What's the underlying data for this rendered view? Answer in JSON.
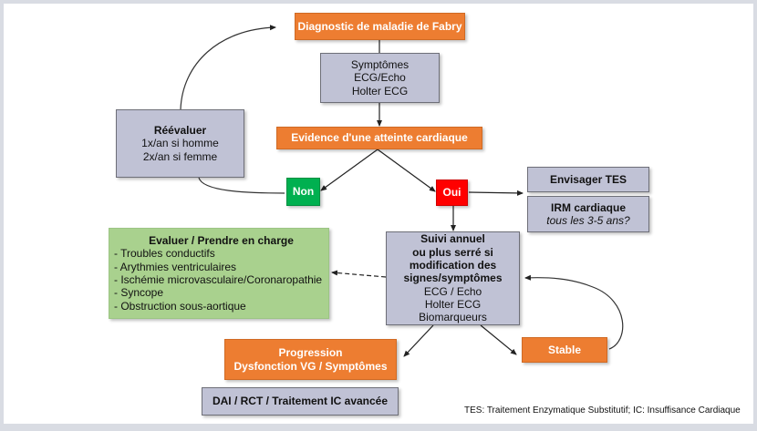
{
  "diagram": {
    "nodes": {
      "diagnostic": {
        "lines": [
          "Diagnostic de maladie de Fabry"
        ],
        "color": "#ed7d31"
      },
      "screening": {
        "lines": [
          "Symptômes",
          "ECG/Echo",
          "Holter ECG"
        ],
        "color": "#c0c2d5"
      },
      "evidence": {
        "lines": [
          "Evidence d'une atteinte cardiaque"
        ],
        "color": "#ed7d31"
      },
      "reevaluate": {
        "title": "Réévaluer",
        "lines": [
          "1x/an si homme",
          "2x/an si femme"
        ],
        "color": "#c0c2d5"
      },
      "non": {
        "label": "Non",
        "color": "#00b050"
      },
      "oui": {
        "label": "Oui",
        "color": "#ff0000"
      },
      "tes": {
        "label": "Envisager TES",
        "color": "#c0c2d5"
      },
      "irm": {
        "title": "IRM cardiaque",
        "subtitle": "tous les 3-5 ans?",
        "color": "#c0c2d5"
      },
      "evaluate": {
        "title": "Evaluer / Prendre en charge",
        "items": [
          "- Troubles conductifs",
          "- Arythmies ventriculaires",
          "- Ischémie microvasculaire/Coronaropathie",
          "- Syncope",
          "- Obstruction sous-aortique"
        ],
        "color": "#a9d18e"
      },
      "followup": {
        "bold_lines": [
          "Suivi annuel",
          "ou plus serré si",
          "modification des",
          "signes/symptômes"
        ],
        "lines": [
          "ECG / Echo",
          "Holter ECG",
          "Biomarqueurs"
        ],
        "color": "#c0c2d5"
      },
      "progression": {
        "lines": [
          "Progression",
          "Dysfonction VG / Symptômes"
        ],
        "color": "#ed7d31"
      },
      "stable": {
        "label": "Stable",
        "color": "#ed7d31"
      },
      "treatment": {
        "label": "DAI / RCT / Traitement IC avancée",
        "color": "#c0c2d5"
      }
    },
    "edges": [
      {
        "from": "diagnostic",
        "to": "screening",
        "style": "solid"
      },
      {
        "from": "screening",
        "to": "evidence",
        "style": "solid-arrow"
      },
      {
        "from": "evidence",
        "to": "non",
        "style": "solid-arrow"
      },
      {
        "from": "evidence",
        "to": "oui",
        "style": "solid-arrow"
      },
      {
        "from": "non",
        "to": "reevaluate",
        "style": "curve"
      },
      {
        "from": "reevaluate",
        "to": "diagnostic",
        "style": "curve-arrow"
      },
      {
        "from": "oui",
        "to": "tes",
        "style": "solid-arrow"
      },
      {
        "from": "oui",
        "to": "followup",
        "style": "solid-arrow"
      },
      {
        "from": "followup",
        "to": "evaluate",
        "style": "dashed-arrow"
      },
      {
        "from": "followup",
        "to": "progression",
        "style": "solid-arrow"
      },
      {
        "from": "followup",
        "to": "stable",
        "style": "solid-arrow"
      },
      {
        "from": "stable",
        "to": "followup",
        "style": "curve-arrow"
      }
    ],
    "footnote": "TES: Traitement Enzymatique Substitutif; IC: Insuffisance Cardiaque"
  }
}
